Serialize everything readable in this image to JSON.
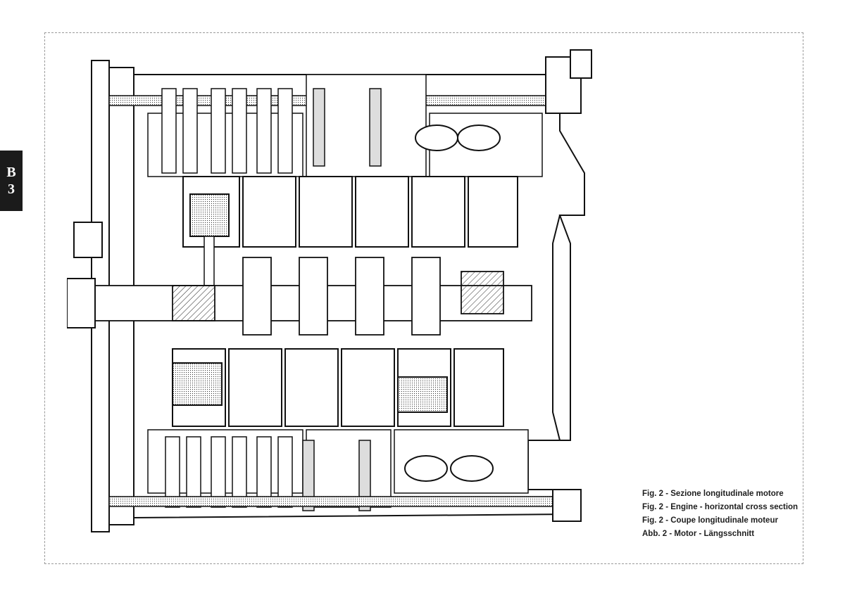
{
  "side_tab": {
    "line1": "B",
    "line2": "3"
  },
  "captions": [
    "Fig. 2 - Sezione longitudinale motore",
    "Fig. 2 - Engine - horizontal cross section",
    "Fig. 2 - Coupe longitudinale moteur",
    "Abb. 2 - Motor - Längsschnitt"
  ]
}
